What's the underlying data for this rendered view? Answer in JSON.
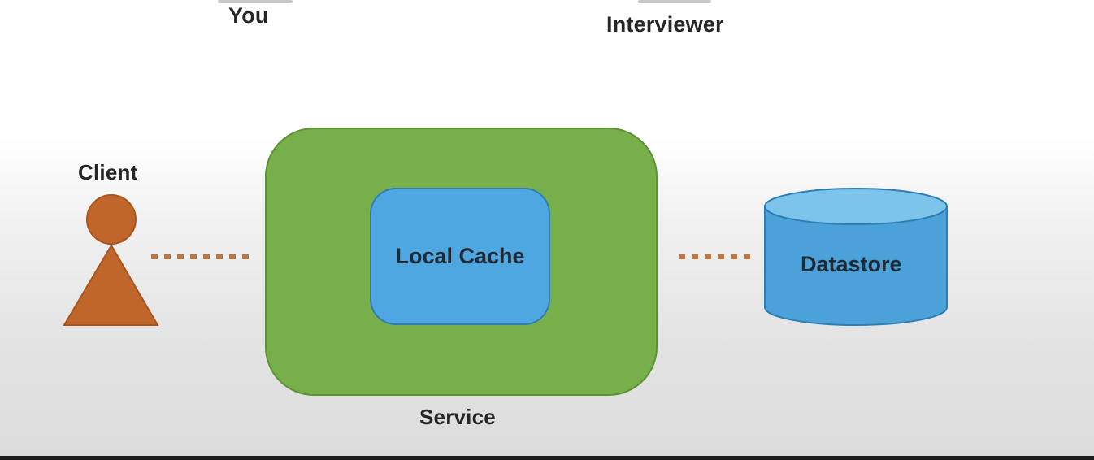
{
  "header": {
    "you_label": "You",
    "interviewer_label": "Interviewer"
  },
  "diagram": {
    "client_label": "Client",
    "service_label": "Service",
    "cache_label": "Local Cache",
    "datastore_label": "Datastore",
    "colors": {
      "client": "#c0662b",
      "service": "#77b04a",
      "cache": "#4ea7e0",
      "datastore": "#4aa2d8",
      "connector": "#c07645"
    }
  }
}
